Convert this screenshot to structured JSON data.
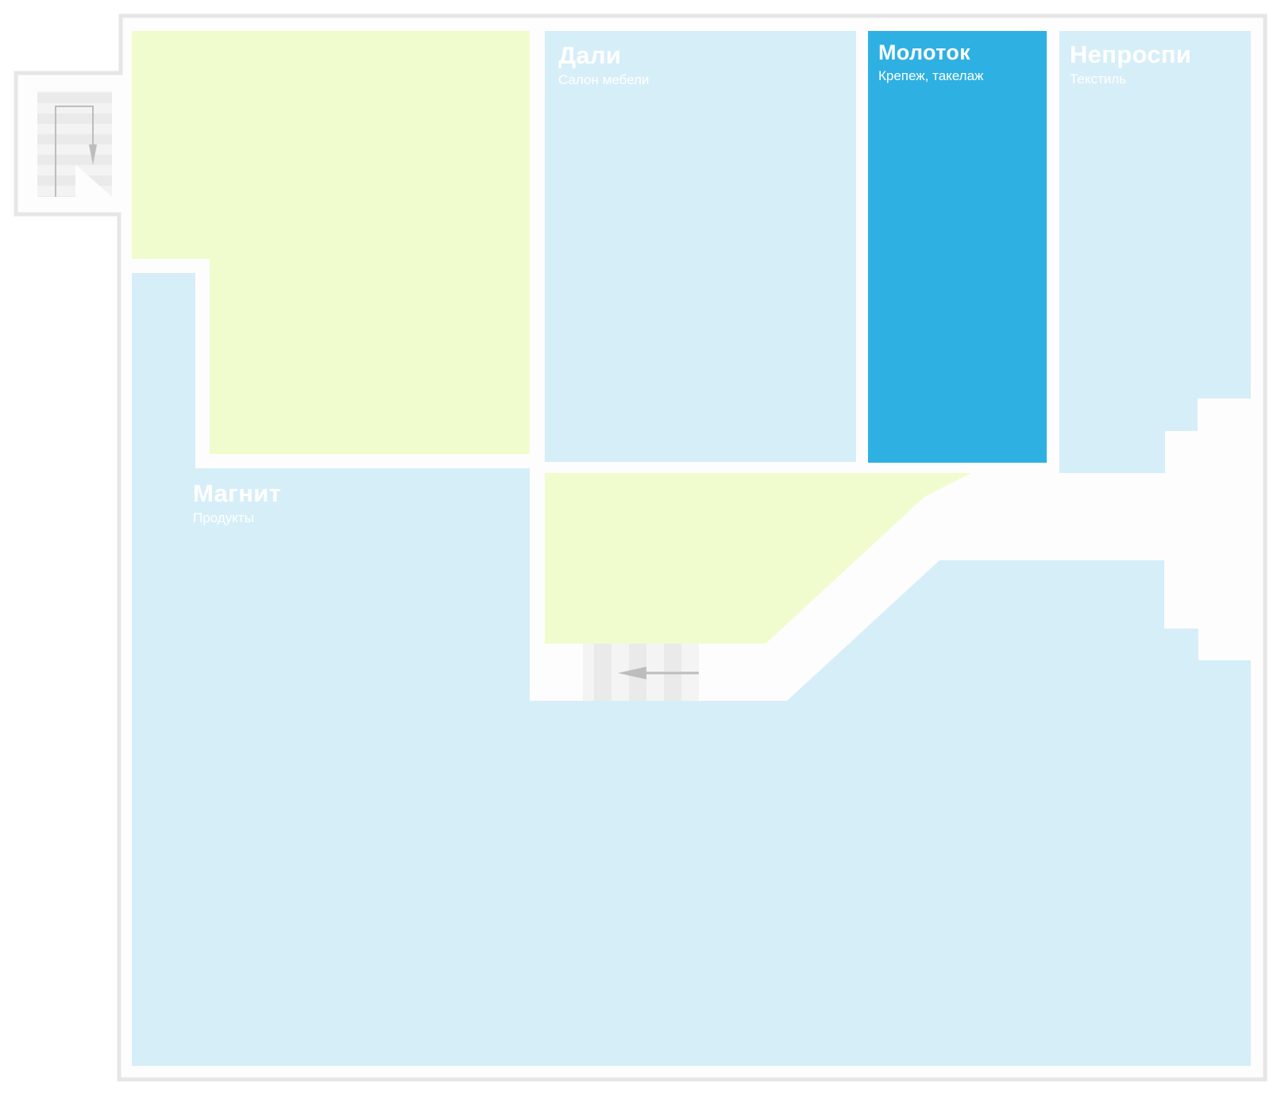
{
  "colors": {
    "background": "#ffffff",
    "wall": "#e6e6e6",
    "corridor": "#fdfdfd",
    "store": "#d6eef8",
    "store_selected": "#2eb0e2",
    "unassigned": "#f0fccd",
    "stairs_light": "#f2f2f2",
    "stairs_dark": "#e5e5e5",
    "arrow": "#bdbdbd",
    "label_text": "#ffffff"
  },
  "stores": {
    "magnit": {
      "name": "Магнит",
      "category": "Продукты",
      "selected": false
    },
    "dali": {
      "name": "Дали",
      "category": "Салон мебели",
      "selected": false
    },
    "molotok": {
      "name": "Молоток",
      "category": "Крепеж, такелаж",
      "selected": true
    },
    "neprospi": {
      "name": "Непроспи",
      "category": "Текстиль",
      "selected": false
    }
  },
  "icons": {
    "stairs_top": "stairs-down-icon",
    "stairs_bottom": "stairs-left-icon"
  }
}
